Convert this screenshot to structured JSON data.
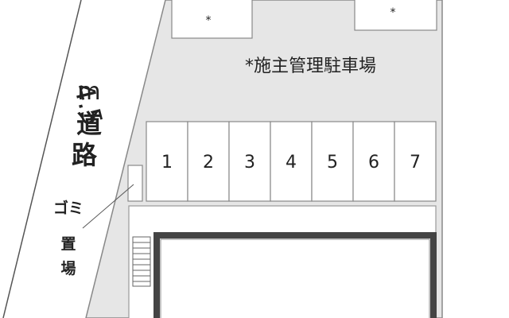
{
  "road": {
    "width": "4.5",
    "unit": "m",
    "label_1": "道",
    "label_2": "路"
  },
  "parking_lot_label": "*施主管理駐車場",
  "upper_lots": [
    {
      "mark": "*"
    },
    {
      "mark": "*"
    }
  ],
  "parking_spaces": [
    "1",
    "2",
    "3",
    "4",
    "5",
    "6",
    "7"
  ],
  "garbage_area": {
    "label_1": "ゴミ",
    "label_2": "置",
    "label_3": "場"
  },
  "colors": {
    "site_fill": "#e6e6e6",
    "space_fill": "#ffffff",
    "outline": "#888888",
    "building_wall": "#444444"
  }
}
